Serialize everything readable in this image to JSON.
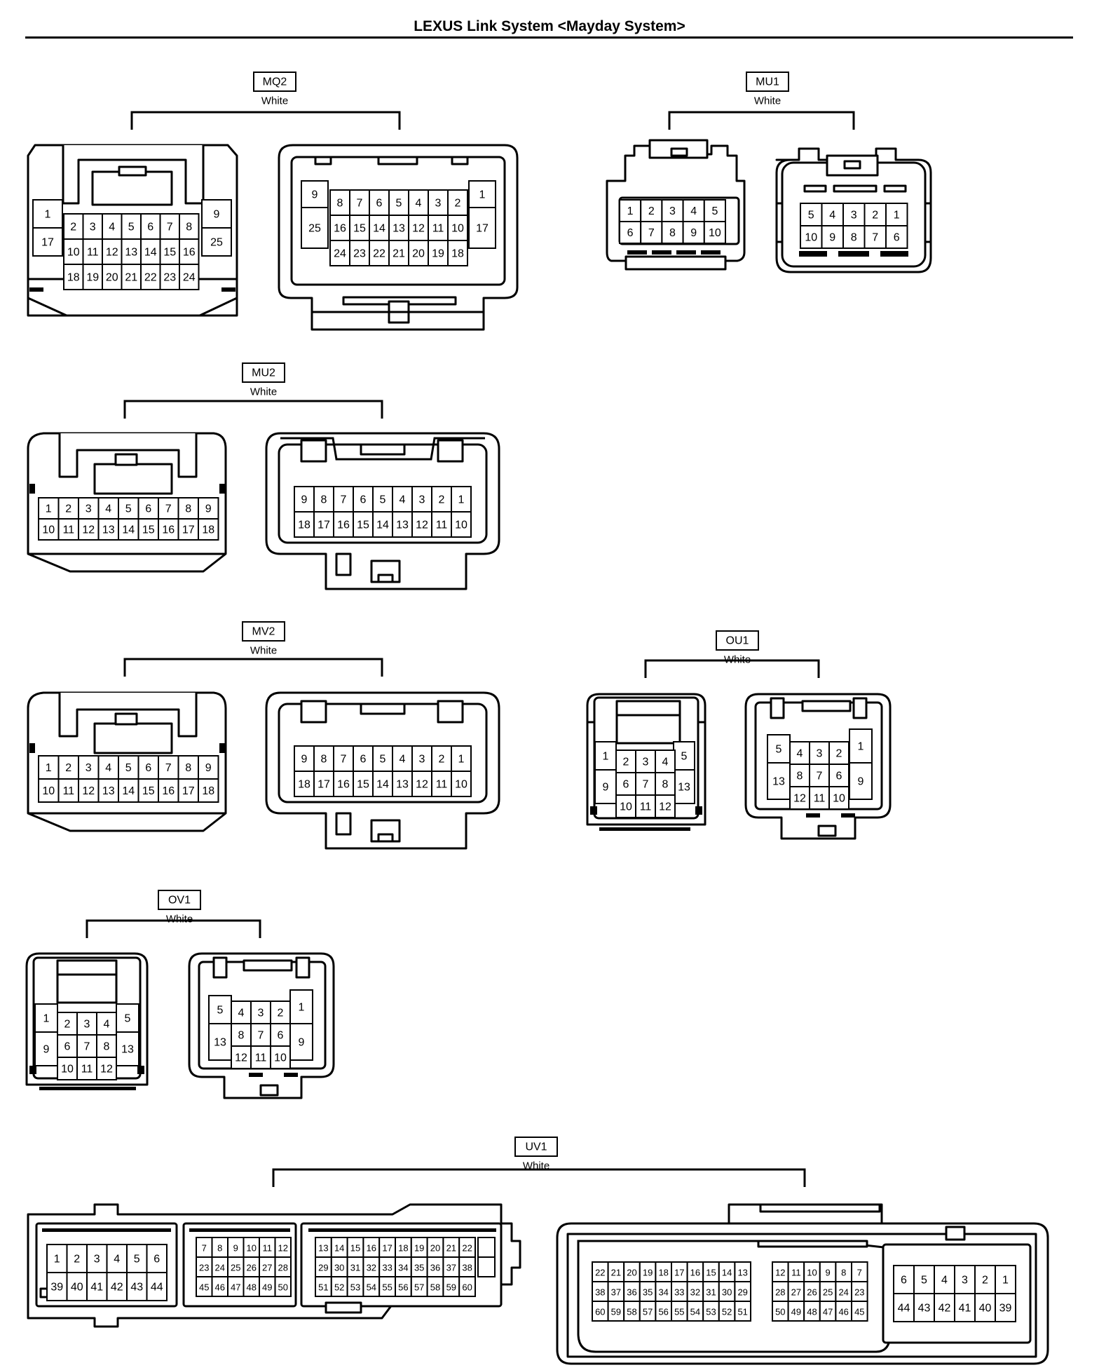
{
  "title": "LEXUS Link System <Mayday System>",
  "connectors": [
    {
      "id": "MQ2",
      "color": "White"
    },
    {
      "id": "MU1",
      "color": "White"
    },
    {
      "id": "MU2",
      "color": "White"
    },
    {
      "id": "MV2",
      "color": "White"
    },
    {
      "id": "OU1",
      "color": "White"
    },
    {
      "id": "OV1",
      "color": "White"
    },
    {
      "id": "UV1",
      "color": "White"
    }
  ],
  "views": [
    {
      "connector": "MQ2",
      "side": "left",
      "cavities": [
        [
          "1",
          null,
          "2",
          "3",
          "4",
          "5",
          "6",
          "7",
          "8",
          null,
          "9"
        ],
        [
          "17",
          null,
          "10",
          "11",
          "12",
          "13",
          "14",
          "15",
          "16",
          null,
          "25"
        ],
        [
          null,
          null,
          "18",
          "19",
          "20",
          "21",
          "22",
          "23",
          "24",
          null,
          null
        ]
      ]
    },
    {
      "connector": "MQ2",
      "side": "right",
      "cavities": [
        [
          "9",
          "8",
          "7",
          "6",
          "5",
          "4",
          "3",
          "2",
          "1"
        ],
        [
          "25",
          "16",
          "15",
          "14",
          "13",
          "12",
          "11",
          "10",
          "17"
        ],
        [
          null,
          "24",
          "23",
          "22",
          "21",
          "20",
          "19",
          "18",
          null
        ]
      ]
    },
    {
      "connector": "MU1",
      "side": "left",
      "cavities": [
        [
          "1",
          "2",
          "3",
          "4",
          "5"
        ],
        [
          "6",
          "7",
          "8",
          "9",
          "10"
        ]
      ]
    },
    {
      "connector": "MU1",
      "side": "right",
      "cavities": [
        [
          "5",
          "4",
          "3",
          "2",
          "1"
        ],
        [
          "10",
          "9",
          "8",
          "7",
          "6"
        ]
      ]
    },
    {
      "connector": "MU2",
      "side": "left",
      "cavities": [
        [
          "1",
          "2",
          "3",
          "4",
          "5",
          "6",
          "7",
          "8",
          "9"
        ],
        [
          "10",
          "11",
          "12",
          "13",
          "14",
          "15",
          "16",
          "17",
          "18"
        ]
      ]
    },
    {
      "connector": "MU2",
      "side": "right",
      "cavities": [
        [
          "9",
          "8",
          "7",
          "6",
          "5",
          "4",
          "3",
          "2",
          "1"
        ],
        [
          "18",
          "17",
          "16",
          "15",
          "14",
          "13",
          "12",
          "11",
          "10"
        ]
      ]
    },
    {
      "connector": "MV2",
      "side": "left",
      "cavities": [
        [
          "1",
          "2",
          "3",
          "4",
          "5",
          "6",
          "7",
          "8",
          "9"
        ],
        [
          "10",
          "11",
          "12",
          "13",
          "14",
          "15",
          "16",
          "17",
          "18"
        ]
      ]
    },
    {
      "connector": "MV2",
      "side": "right",
      "cavities": [
        [
          "9",
          "8",
          "7",
          "6",
          "5",
          "4",
          "3",
          "2",
          "1"
        ],
        [
          "18",
          "17",
          "16",
          "15",
          "14",
          "13",
          "12",
          "11",
          "10"
        ]
      ]
    },
    {
      "connector": "OU1",
      "side": "left",
      "cavities": {
        "side_left": [
          "1",
          "9"
        ],
        "center": [
          [
            "2",
            "3",
            "4"
          ],
          [
            "6",
            "7",
            "8"
          ],
          [
            "10",
            "11",
            "12"
          ]
        ],
        "side_right": [
          "5",
          "13"
        ]
      }
    },
    {
      "connector": "OU1",
      "side": "right",
      "cavities": {
        "side_left": [
          "5",
          "13"
        ],
        "center": [
          [
            "4",
            "3",
            "2"
          ],
          [
            "8",
            "7",
            "6"
          ],
          [
            "12",
            "11",
            "10"
          ]
        ],
        "side_right": [
          "1",
          "9"
        ]
      }
    },
    {
      "connector": "OV1",
      "side": "left",
      "cavities": {
        "side_left": [
          "1",
          "9"
        ],
        "center": [
          [
            "2",
            "3",
            "4"
          ],
          [
            "6",
            "7",
            "8"
          ],
          [
            "10",
            "11",
            "12"
          ]
        ],
        "side_right": [
          "5",
          "13"
        ]
      }
    },
    {
      "connector": "OV1",
      "side": "right",
      "cavities": {
        "side_left": [
          "5",
          "13"
        ],
        "center": [
          [
            "4",
            "3",
            "2"
          ],
          [
            "8",
            "7",
            "6"
          ],
          [
            "12",
            "11",
            "10"
          ]
        ],
        "side_right": [
          "1",
          "9"
        ]
      }
    },
    {
      "connector": "UV1",
      "side": "left",
      "blocks": [
        [
          [
            "1",
            "2",
            "3",
            "4",
            "5",
            "6"
          ],
          [
            "39",
            "40",
            "41",
            "42",
            "43",
            "44"
          ]
        ],
        [
          [
            "7",
            "8",
            "9",
            "10",
            "11",
            "12"
          ],
          [
            "23",
            "24",
            "25",
            "26",
            "27",
            "28"
          ],
          [
            "45",
            "46",
            "47",
            "48",
            "49",
            "50"
          ]
        ],
        [
          [
            "13",
            "14",
            "15",
            "16",
            "17",
            "18",
            "19",
            "20",
            "21",
            "22"
          ],
          [
            "29",
            "30",
            "31",
            "32",
            "33",
            "34",
            "35",
            "36",
            "37",
            "38"
          ],
          [
            "51",
            "52",
            "53",
            "54",
            "55",
            "56",
            "57",
            "58",
            "59",
            "60"
          ]
        ]
      ]
    },
    {
      "connector": "UV1",
      "side": "right",
      "blocks": [
        [
          [
            "22",
            "21",
            "20",
            "19",
            "18",
            "17",
            "16",
            "15",
            "14",
            "13"
          ],
          [
            "38",
            "37",
            "36",
            "35",
            "34",
            "33",
            "32",
            "31",
            "30",
            "29"
          ],
          [
            "60",
            "59",
            "58",
            "57",
            "56",
            "55",
            "54",
            "53",
            "52",
            "51"
          ]
        ],
        [
          [
            "12",
            "11",
            "10",
            "9",
            "8",
            "7"
          ],
          [
            "28",
            "27",
            "26",
            "25",
            "24",
            "23"
          ],
          [
            "50",
            "49",
            "48",
            "47",
            "46",
            "45"
          ]
        ],
        [
          [
            "6",
            "5",
            "4",
            "3",
            "2",
            "1"
          ],
          [
            "44",
            "43",
            "42",
            "41",
            "40",
            "39"
          ]
        ]
      ]
    }
  ]
}
